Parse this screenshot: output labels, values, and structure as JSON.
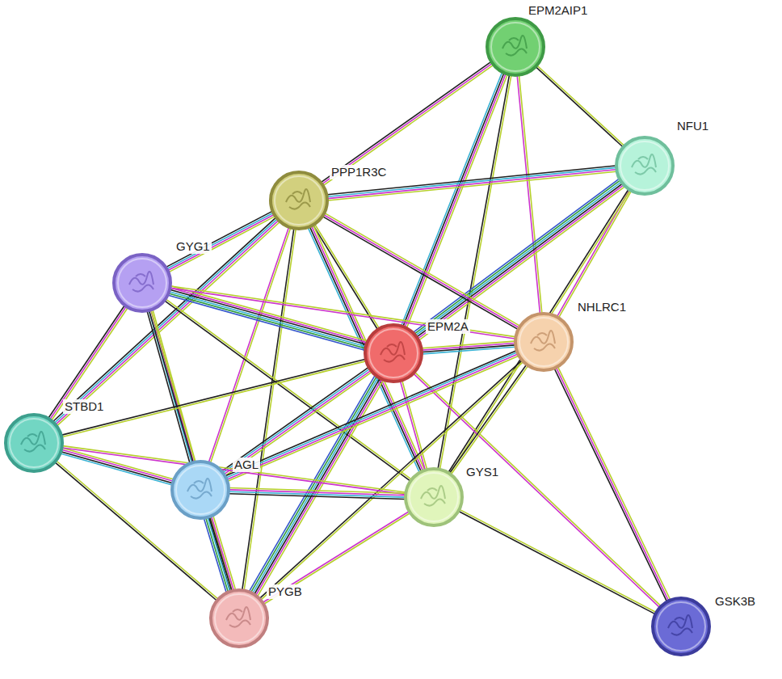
{
  "diagram": {
    "nodes": [
      {
        "text": [
          "EPM2AIP1"
        ]
      },
      {
        "text": [
          "NFU1"
        ]
      },
      {
        "text": [
          "PPP1R3C"
        ]
      },
      {
        "text": [
          "GYG1"
        ]
      },
      {
        "text": [
          "EPM2A"
        ]
      },
      {
        "text": [
          "NHLRC1"
        ]
      },
      {
        "text": [
          "STBD1"
        ]
      },
      {
        "text": [
          "AGL"
        ]
      },
      {
        "text": [
          "GYS1"
        ]
      },
      {
        "text": [
          "PYGB"
        ]
      },
      {
        "text": [
          "GSK3B"
        ]
      }
    ],
    "edges": [
      {
        "from": 0,
        "to": 1,
        "arrow": "none"
      },
      {
        "from": 0,
        "to": 2,
        "arrow": "none"
      },
      {
        "from": 0,
        "to": 4,
        "arrow": "none"
      },
      {
        "from": 0,
        "to": 5,
        "arrow": "none"
      },
      {
        "from": 0,
        "to": 8,
        "arrow": "none"
      },
      {
        "from": 1,
        "to": 2,
        "arrow": "none"
      },
      {
        "from": 1,
        "to": 4,
        "arrow": "none"
      },
      {
        "from": 1,
        "to": 5,
        "arrow": "none"
      },
      {
        "from": 1,
        "to": 8,
        "arrow": "none"
      },
      {
        "from": 2,
        "to": 3,
        "arrow": "none"
      },
      {
        "from": 2,
        "to": 4,
        "arrow": "none"
      },
      {
        "from": 2,
        "to": 5,
        "arrow": "none"
      },
      {
        "from": 2,
        "to": 8,
        "arrow": "none"
      },
      {
        "from": 2,
        "to": 7,
        "arrow": "none"
      },
      {
        "from": 2,
        "to": 9,
        "arrow": "none"
      },
      {
        "from": 2,
        "to": 6,
        "arrow": "none"
      },
      {
        "from": 3,
        "to": 4,
        "arrow": "none"
      },
      {
        "from": 3,
        "to": 5,
        "arrow": "none"
      },
      {
        "from": 3,
        "to": 8,
        "arrow": "none"
      },
      {
        "from": 3,
        "to": 7,
        "arrow": "none"
      },
      {
        "from": 3,
        "to": 9,
        "arrow": "none"
      },
      {
        "from": 3,
        "to": 6,
        "arrow": "none"
      },
      {
        "from": 4,
        "to": 5,
        "arrow": "none"
      },
      {
        "from": 4,
        "to": 8,
        "arrow": "none"
      },
      {
        "from": 4,
        "to": 6,
        "arrow": "none"
      },
      {
        "from": 4,
        "to": 7,
        "arrow": "none"
      },
      {
        "from": 4,
        "to": 9,
        "arrow": "none"
      },
      {
        "from": 4,
        "to": 10,
        "arrow": "none"
      },
      {
        "from": 5,
        "to": 8,
        "arrow": "none"
      },
      {
        "from": 5,
        "to": 7,
        "arrow": "none"
      },
      {
        "from": 5,
        "to": 9,
        "arrow": "none"
      },
      {
        "from": 5,
        "to": 10,
        "arrow": "none"
      },
      {
        "from": 6,
        "to": 7,
        "arrow": "none"
      },
      {
        "from": 6,
        "to": 8,
        "arrow": "none"
      },
      {
        "from": 6,
        "to": 9,
        "arrow": "none"
      },
      {
        "from": 7,
        "to": 8,
        "arrow": "none"
      },
      {
        "from": 7,
        "to": 9,
        "arrow": "none"
      },
      {
        "from": 8,
        "to": 9,
        "arrow": "none"
      },
      {
        "from": 8,
        "to": 10,
        "arrow": "none"
      }
    ]
  }
}
